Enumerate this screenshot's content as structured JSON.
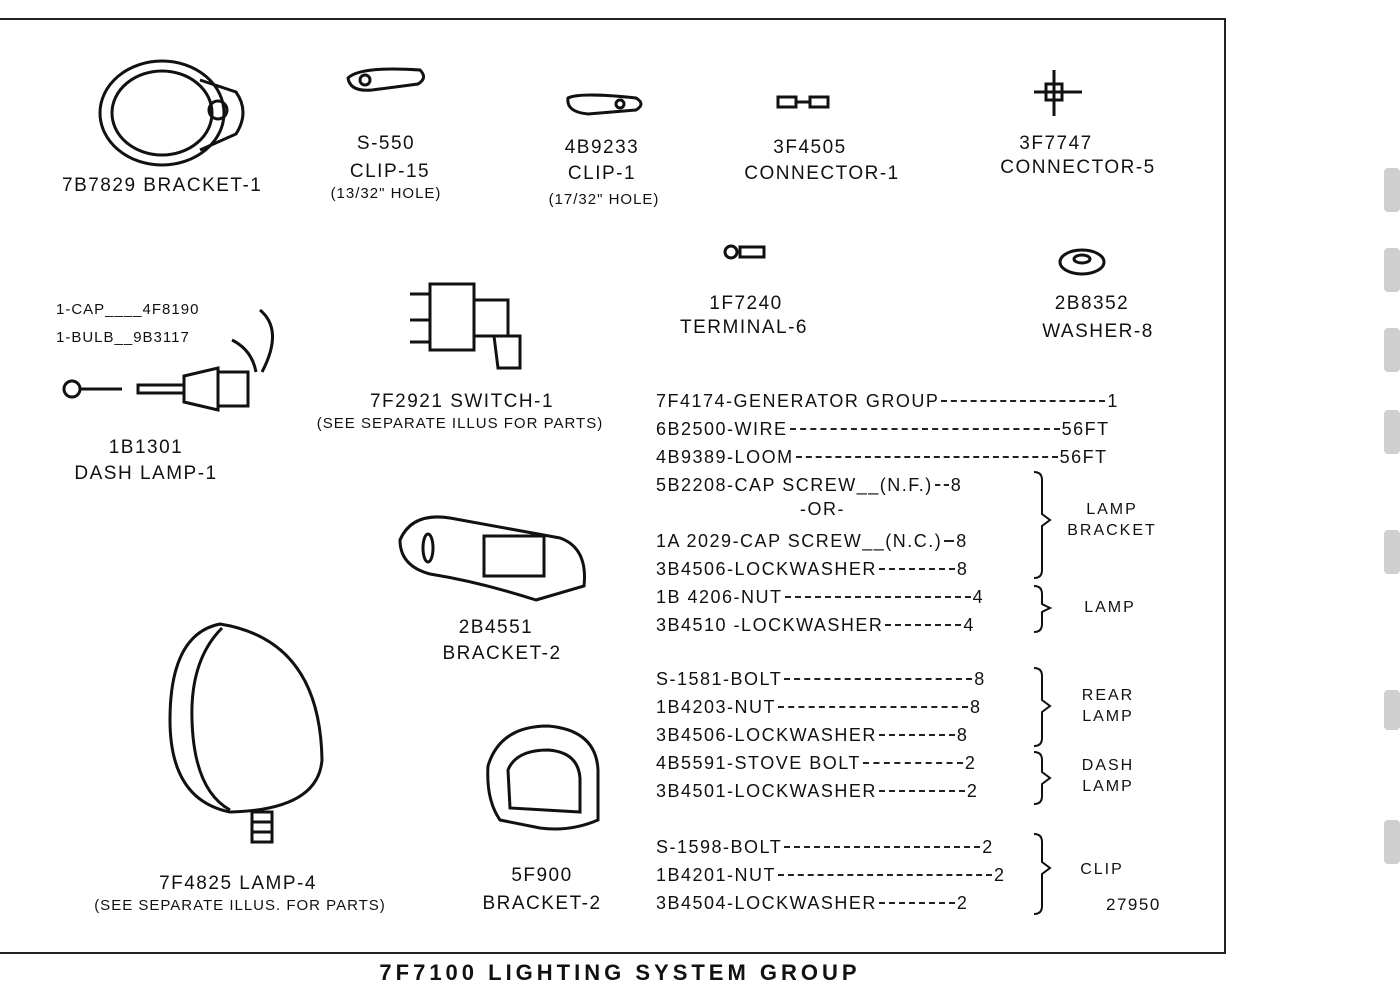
{
  "parts": {
    "bracket_7b7829": "7B7829 BRACKET-1",
    "clip_s550_no": "S-550",
    "clip_s550_name": "CLIP-15",
    "clip_s550_hole": "(13/32\" HOLE)",
    "clip_4b9233_no": "4B9233",
    "clip_4b9233_name": "CLIP-1",
    "clip_4b9233_hole": "(17/32\" HOLE)",
    "connector_3f4505_no": "3F4505",
    "connector_3f4505_name": "CONNECTOR-1",
    "connector_3f7747_no": "3F7747",
    "connector_3f7747_name": "CONNECTOR-5",
    "terminal_no": "1F7240",
    "terminal_name": "TERMINAL-6",
    "washer_no": "2B8352",
    "washer_name": "WASHER-8",
    "cap_callout": "1-CAP____4F8190",
    "bulb_callout": "1-BULB__9B3117",
    "dash_lamp_no": "1B1301",
    "dash_lamp_name": "DASH LAMP-1",
    "switch_name": "7F2921 SWITCH-1",
    "switch_note": "(SEE SEPARATE ILLUS FOR PARTS)",
    "bracket_2b4551_no": "2B4551",
    "bracket_2b4551_name": "BRACKET-2",
    "lamp_name": "7F4825 LAMP-4",
    "lamp_note": "(SEE SEPARATE ILLUS. FOR PARTS)",
    "bracket_5f900_no": "5F900",
    "bracket_5f900_name": "BRACKET-2"
  },
  "parts_list": [
    {
      "part": "7F4174-GENERATOR GROUP",
      "qty": "1"
    },
    {
      "part": "6B2500-WIRE",
      "qty": "56FT"
    },
    {
      "part": "4B9389-LOOM",
      "qty": "56FT"
    },
    {
      "part": "5B2208-CAP SCREW__(N.F.)",
      "qty": "8"
    },
    {
      "part": "-OR-",
      "qty": ""
    },
    {
      "part": "1A 2029-CAP SCREW__(N.C.)",
      "qty": "8"
    },
    {
      "part": "3B4506-LOCKWASHER",
      "qty": "8"
    },
    {
      "part": "1B 4206-NUT",
      "qty": "4"
    },
    {
      "part": "3B4510 -LOCKWASHER",
      "qty": "4"
    },
    {
      "part": "S-1581-BOLT",
      "qty": "8"
    },
    {
      "part": "1B4203-NUT",
      "qty": "8"
    },
    {
      "part": "3B4506-LOCKWASHER",
      "qty": "8"
    },
    {
      "part": "4B5591-STOVE BOLT",
      "qty": "2"
    },
    {
      "part": "3B4501-LOCKWASHER",
      "qty": "2"
    },
    {
      "part": "S-1598-BOLT",
      "qty": "2"
    },
    {
      "part": "1B4201-NUT",
      "qty": "2"
    },
    {
      "part": "3B4504-LOCKWASHER",
      "qty": "2"
    }
  ],
  "groups": {
    "lamp_bracket_1": "LAMP",
    "lamp_bracket_2": "BRACKET",
    "lamp": "LAMP",
    "rear_lamp_1": "REAR",
    "rear_lamp_2": "LAMP",
    "dash_lamp_1": "DASH",
    "dash_lamp_2": "LAMP",
    "clip": "CLIP"
  },
  "figure_number": "27950",
  "page_title": "7F7100 LIGHTING SYSTEM GROUP"
}
